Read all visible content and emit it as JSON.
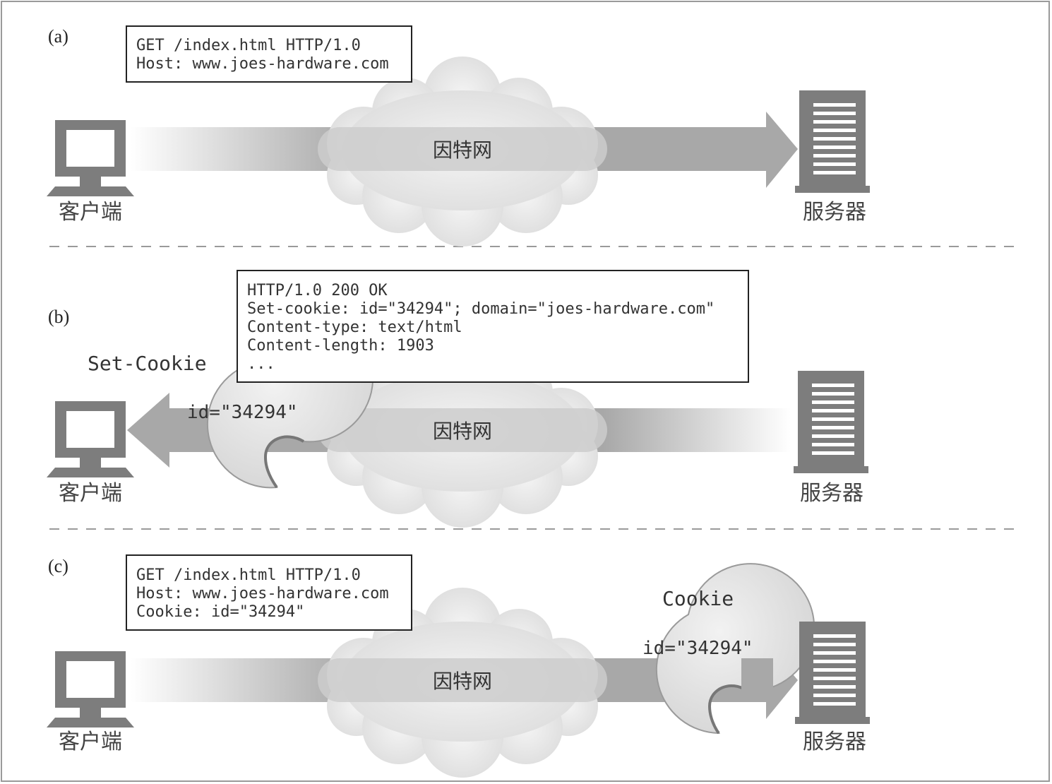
{
  "panels": [
    {
      "label": "(a)",
      "message_lines": [
        "GET /index.html HTTP/1.0",
        "Host: www.joes-hardware.com"
      ],
      "network_label": "因特网",
      "client_label": "客户端",
      "server_label": "服务器"
    },
    {
      "label": "(b)",
      "message_lines": [
        "HTTP/1.0 200 OK",
        "Set-cookie: id=\"34294\"; domain=\"joes-hardware.com\"",
        "Content-type: text/html",
        "Content-length: 1903",
        "..."
      ],
      "cookie_title": "Set-Cookie",
      "cookie_value": "id=\"34294\"",
      "network_label": "因特网",
      "client_label": "客户端",
      "server_label": "服务器"
    },
    {
      "label": "(c)",
      "message_lines": [
        "GET /index.html HTTP/1.0",
        "Host: www.joes-hardware.com",
        "Cookie: id=\"34294\""
      ],
      "cookie_title": "Cookie",
      "cookie_value": "id=\"34294\"",
      "network_label": "因特网",
      "client_label": "客户端",
      "server_label": "服务器"
    }
  ]
}
